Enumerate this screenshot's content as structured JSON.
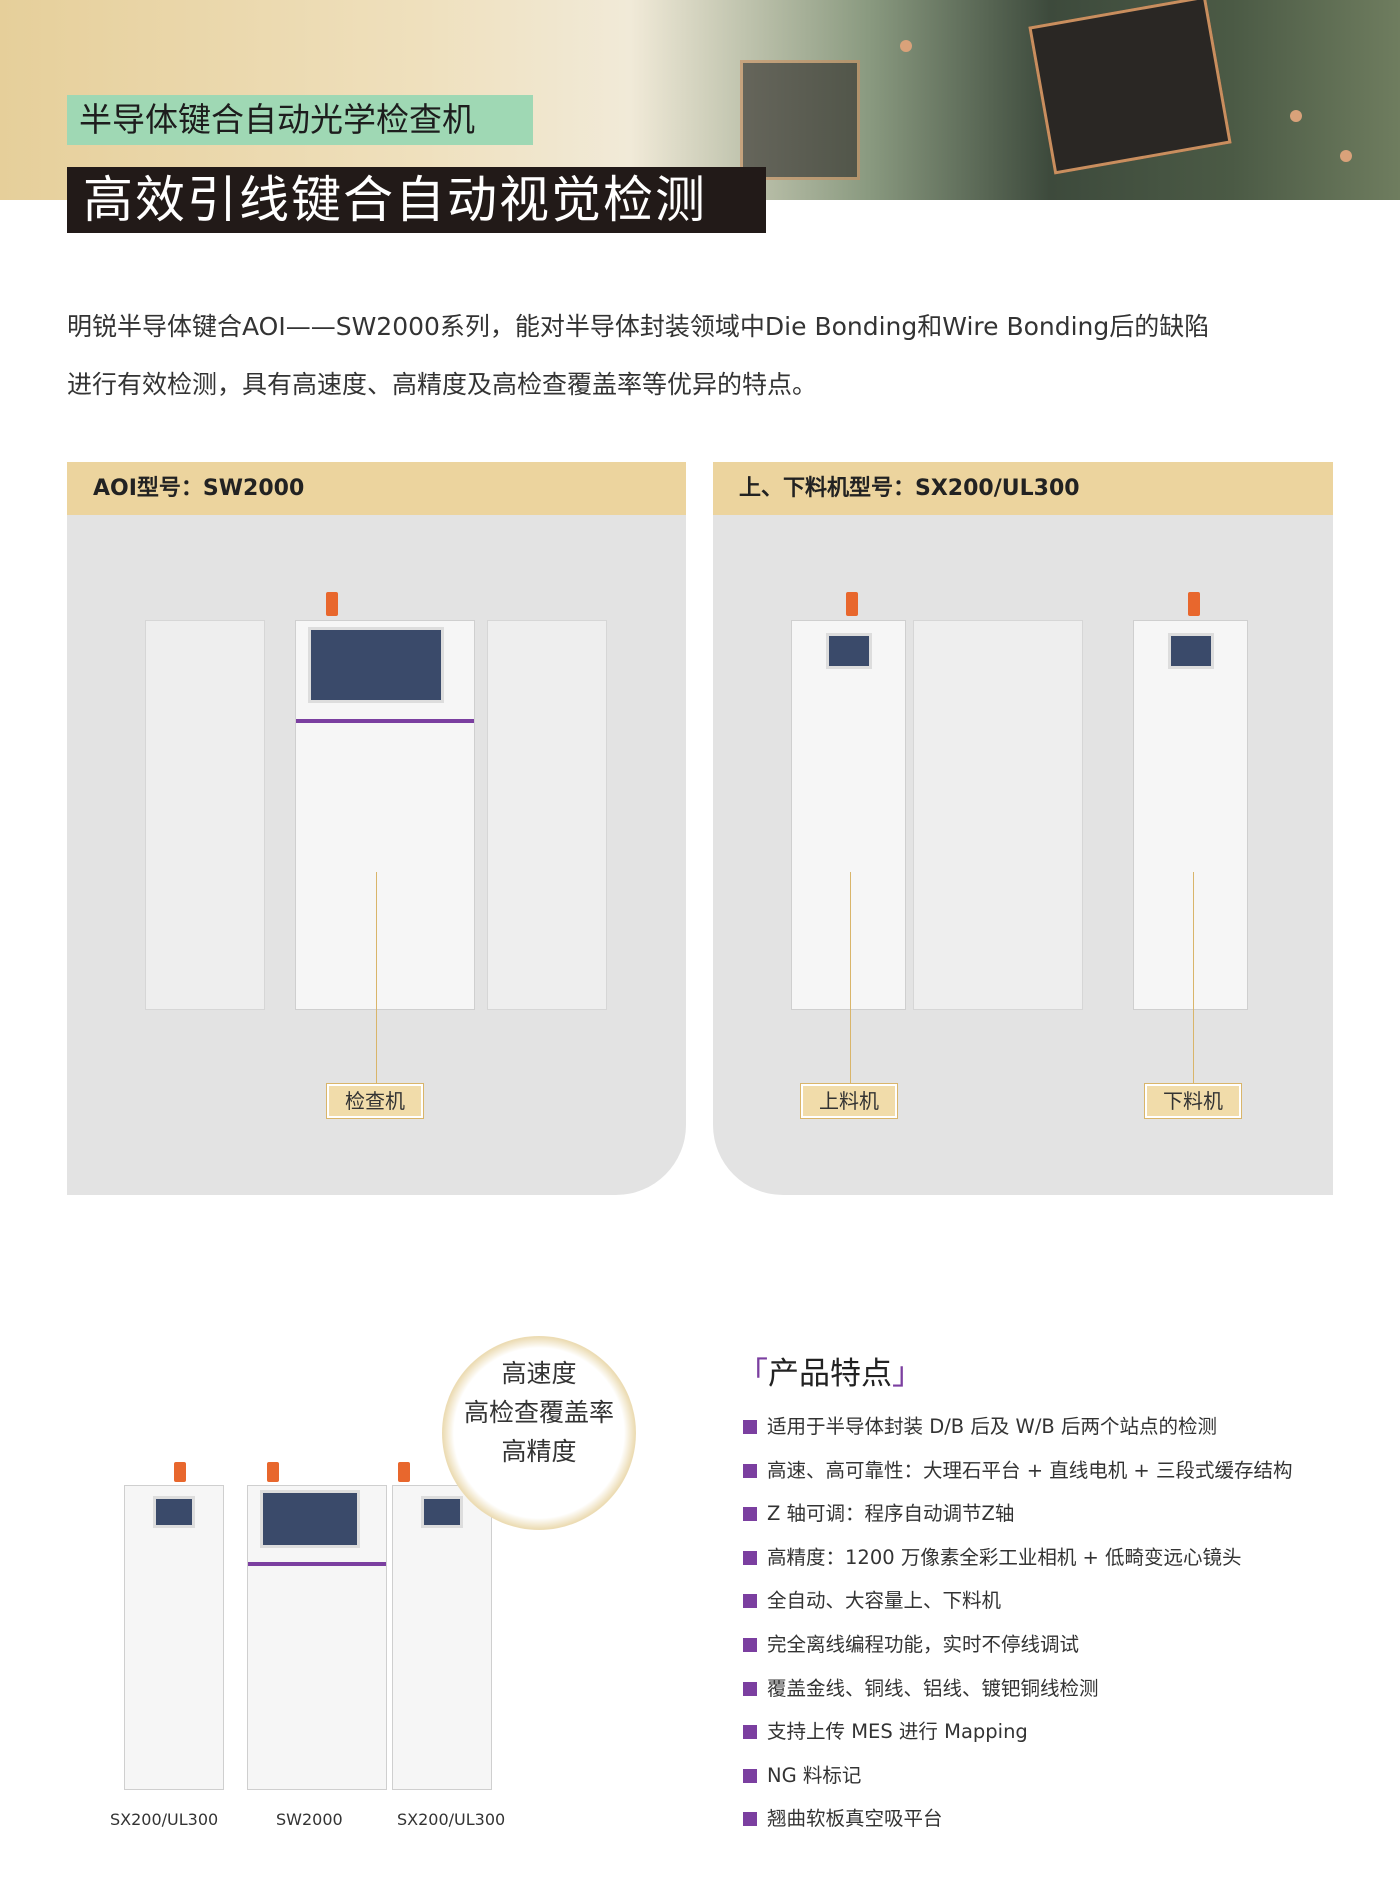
{
  "header": {
    "subtitle": "半导体键合自动光学检查机",
    "title": "高效引线键合自动视觉检测"
  },
  "intro": {
    "line1": "明锐半导体键合AOI——SW2000系列，能对半导体封装领域中Die Bonding和Wire Bonding后的缺陷",
    "line2": "进行有效检测，具有高速度、高精度及高检查覆盖率等优异的特点。"
  },
  "panels": [
    {
      "header": "AOI型号：SW2000",
      "callouts": [
        "检查机"
      ]
    },
    {
      "header": "上、下料机型号：SX200/UL300",
      "callouts": [
        "上料机",
        "下料机"
      ]
    }
  ],
  "highlights": [
    "高速度",
    "高检查覆盖率",
    "高精度"
  ],
  "features": {
    "title": "产品特点",
    "bracket_open": "「",
    "bracket_close": "」",
    "items": [
      "适用于半导体封装 D/B 后及 W/B 后两个站点的检测",
      "高速、高可靠性：大理石平台 + 直线电机 + 三段式缓存结构",
      "Z 轴可调：程序自动调节Z轴",
      "高精度：1200 万像素全彩工业相机 + 低畸变远心镜头",
      "全自动、大容量上、下料机",
      "完全离线编程功能，实时不停线调试",
      "覆盖金线、铜线、铝线、镀钯铜线检测",
      "支持上传 MES 进行 Mapping",
      "NG 料标记",
      "翘曲软板真空吸平台"
    ]
  },
  "captions": [
    "SX200/UL300",
    "SW2000",
    "SX200/UL300"
  ],
  "colors": {
    "accent": "#7b3fa0",
    "gold": "#ecd49e",
    "green_label": "#9fd8b4"
  }
}
